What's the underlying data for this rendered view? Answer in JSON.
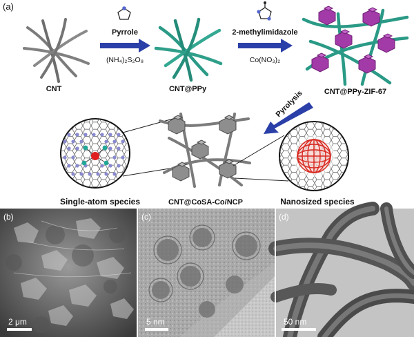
{
  "panels": {
    "a": {
      "label": "(a)"
    },
    "b": {
      "label": "(b)",
      "scale": "2 μm"
    },
    "c": {
      "label": "(c)",
      "scale": "5 nm"
    },
    "d": {
      "label": "(d)",
      "scale": "50 nm"
    }
  },
  "scheme": {
    "step1": {
      "reagent_top": "Pyrrole",
      "reagent_bottom": "(NH₄)₂S₂O₈"
    },
    "step2": {
      "reagent_top": "2-methylimidazole",
      "reagent_bottom": "Co(NO₃)₂"
    },
    "step3": {
      "label": "Pyrolysis"
    },
    "products": {
      "cnt": "CNT",
      "cnt_ppy": "CNT@PPy",
      "cnt_ppy_zif": "CNT@PPy-ZIF-67",
      "final": "CNT@CoSA-Co/NCP",
      "single_atom": "Single-atom species",
      "nanosized": "Nanosized species"
    }
  },
  "colors": {
    "arrow": "#2b3fa8",
    "ppy": "#2a9a86",
    "zif": "#a23aa8",
    "cnt": "#7b7b7b",
    "co_atom": "#e02020",
    "n_atom": "#20a898",
    "lattice": "#8a8ad0"
  }
}
